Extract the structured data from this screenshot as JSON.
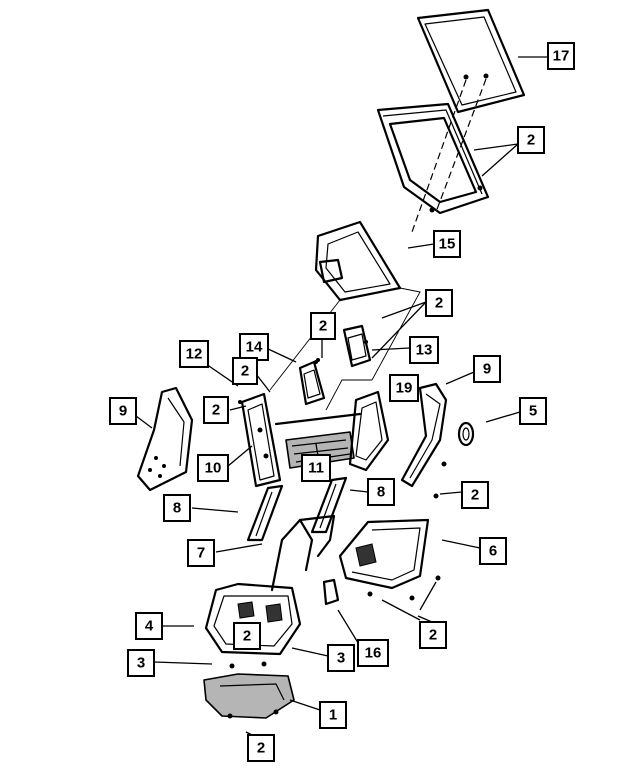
{
  "callouts": [
    {
      "label": "17"
    },
    {
      "label": "2"
    },
    {
      "label": "15"
    },
    {
      "label": "2"
    },
    {
      "label": "2"
    },
    {
      "label": "13"
    },
    {
      "label": "14"
    },
    {
      "label": "12"
    },
    {
      "label": "2"
    },
    {
      "label": "9"
    },
    {
      "label": "19"
    },
    {
      "label": "2"
    },
    {
      "label": "9"
    },
    {
      "label": "5"
    },
    {
      "label": "10"
    },
    {
      "label": "11"
    },
    {
      "label": "8"
    },
    {
      "label": "2"
    },
    {
      "label": "8"
    },
    {
      "label": "6"
    },
    {
      "label": "7"
    },
    {
      "label": "4"
    },
    {
      "label": "2"
    },
    {
      "label": "2"
    },
    {
      "label": "3"
    },
    {
      "label": "3"
    },
    {
      "label": "16"
    },
    {
      "label": "1"
    },
    {
      "label": "2"
    }
  ]
}
